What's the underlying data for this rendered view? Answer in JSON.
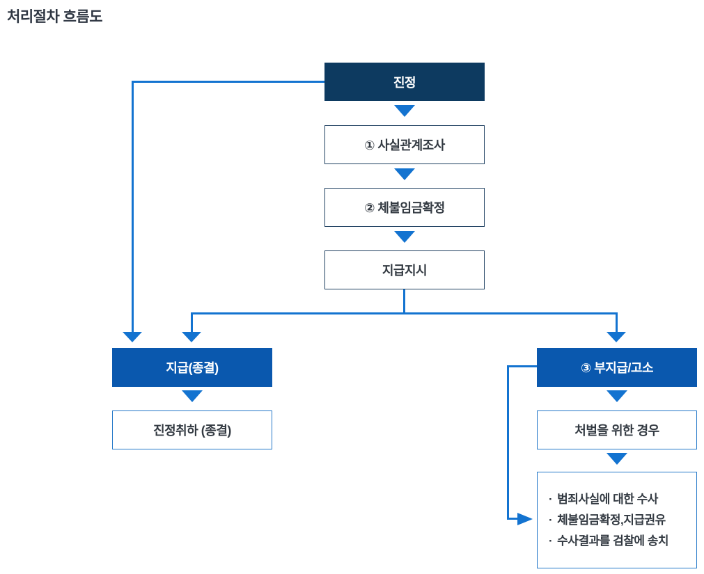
{
  "title": "처리절차 흐름도",
  "colors": {
    "navy_box_fill": "#0d3a60",
    "blue_box_fill": "#0a58ae",
    "connector_blue": "#1373d0",
    "outline_navy": "#1e3f60",
    "outline_blue": "#2277c8",
    "text_dark": "#333a42",
    "text_white": "#ffffff",
    "title_color": "#2e3642"
  },
  "nodes": {
    "petition": "진정",
    "step1": "① 사실관계조사",
    "step2": "② 체불임금확정",
    "step3": "지급지시",
    "payment": "지급(종결)",
    "withdraw": "진정취하 (종결)",
    "nonpayment": "③ 부지급/고소",
    "punishment": "처벌을 위한 경우",
    "bullet": "·",
    "details": [
      "범죄사실에 대한 수사",
      "체불임금확정,지급권유",
      "수사결과를 검찰에 송치"
    ]
  }
}
